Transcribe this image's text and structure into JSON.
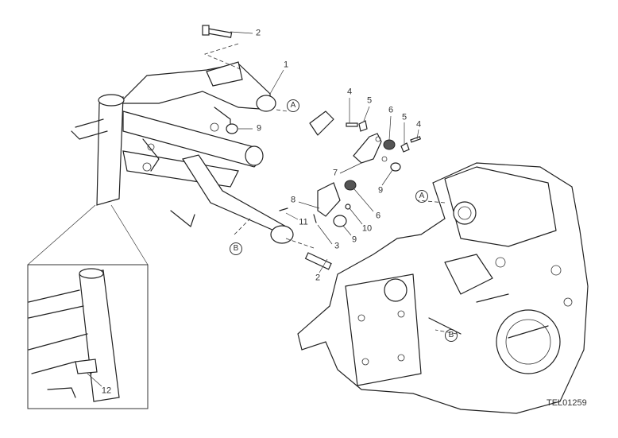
{
  "diagram": {
    "callouts": {
      "c1": "1",
      "c2a": "2",
      "c2b": "2",
      "c3": "3",
      "c4a": "4",
      "c4b": "4",
      "c5a": "5",
      "c5b": "5",
      "c6a": "6",
      "c6b": "6",
      "c7": "7",
      "c8": "8",
      "c9a": "9",
      "c9b": "9",
      "c9c": "9",
      "c10": "10",
      "c11": "11",
      "c12": "12"
    },
    "references": {
      "a1": "A",
      "a2": "A",
      "b1": "B",
      "b2": "B"
    },
    "drawing_code": "TEL01259"
  }
}
